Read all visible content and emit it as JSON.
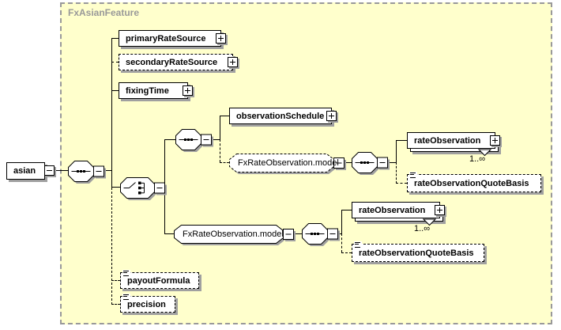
{
  "container": {
    "label": "FxAsianFeature"
  },
  "nodes": {
    "asian": "asian",
    "primaryRateSource": "primaryRateSource",
    "secondaryRateSource": "secondaryRateSource",
    "fixingTime": "fixingTime",
    "observationSchedule": "observationSchedule",
    "fxRateObservationModel": "FxRateObservation.model",
    "rateObservation": "rateObservation",
    "rateObservationQuoteBasis": "rateObservationQuoteBasis",
    "payoutFormula": "payoutFormula",
    "precision": "precision"
  },
  "occurrence_label": "1..∞",
  "colors": {
    "container_fill": "#ffffcc",
    "container_border": "#999999",
    "box_shadow": "#a0a0a0",
    "line": "#000000"
  }
}
